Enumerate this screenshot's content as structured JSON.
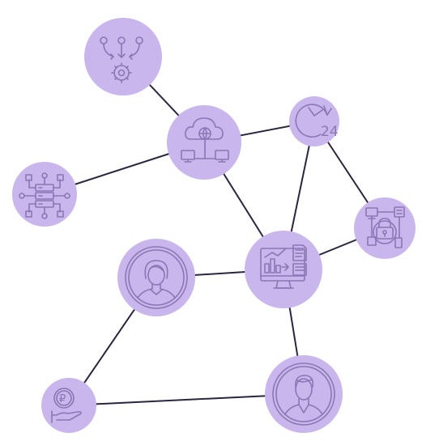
{
  "diagram": {
    "background": "#ffffff",
    "node_color": "#c8b6ec",
    "icon_color": "#8a77b5",
    "edge_color": "#2b2540",
    "nodes": [
      {
        "id": "workflow",
        "icon": "workflow-gear-icon"
      },
      {
        "id": "cloud-network",
        "icon": "cloud-network-icon"
      },
      {
        "id": "clock-24",
        "icon": "clock-24-icon",
        "label": "24"
      },
      {
        "id": "server-hub",
        "icon": "server-hub-icon"
      },
      {
        "id": "security-lock",
        "icon": "security-lock-network-icon"
      },
      {
        "id": "analytics",
        "icon": "analytics-dashboard-icon"
      },
      {
        "id": "person-woman",
        "icon": "woman-avatar-icon"
      },
      {
        "id": "person-man",
        "icon": "man-avatar-icon"
      },
      {
        "id": "payment",
        "icon": "ruble-coin-hand-icon",
        "label": "₽"
      }
    ],
    "edges": [
      [
        "workflow",
        "cloud-network"
      ],
      [
        "cloud-network",
        "server-hub"
      ],
      [
        "cloud-network",
        "clock-24"
      ],
      [
        "cloud-network",
        "analytics"
      ],
      [
        "clock-24",
        "analytics"
      ],
      [
        "clock-24",
        "security-lock"
      ],
      [
        "security-lock",
        "analytics"
      ],
      [
        "analytics",
        "person-woman"
      ],
      [
        "analytics",
        "person-man"
      ],
      [
        "person-woman",
        "payment"
      ],
      [
        "payment",
        "person-man"
      ]
    ]
  }
}
